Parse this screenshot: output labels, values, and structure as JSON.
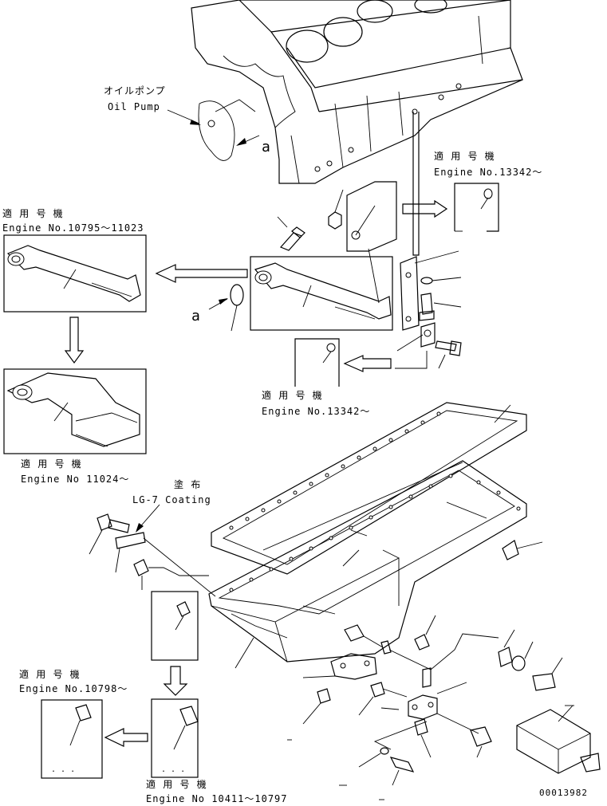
{
  "labels": {
    "oil_pump_jp": "オイルポンプ",
    "oil_pump_en": "Oil Pump",
    "ref_a_upper": "a",
    "ref_a_lower": "a",
    "applicable_top_right_jp": "適 用 号 機",
    "applicable_top_right_en": "Engine No.13342〜",
    "applicable_left_upper_jp": "適 用 号 機",
    "applicable_left_upper_en": "Engine No.10795〜11023",
    "applicable_mid_jp": "適 用 号 機",
    "applicable_mid_en": "Engine No.13342〜",
    "applicable_left_mid_jp": "適 用 号 機",
    "applicable_left_mid_en": "Engine No 11024〜",
    "coating_jp": "塗 布",
    "coating_en": "LG-7 Coating",
    "applicable_bottom_left_jp": "適 用 号 機",
    "applicable_bottom_left_en": "Engine No.10798〜",
    "applicable_bottom_mid_jp": "適 用 号 機",
    "applicable_bottom_mid_en": "Engine No 10411〜10797",
    "drawing_number": "00013982"
  }
}
